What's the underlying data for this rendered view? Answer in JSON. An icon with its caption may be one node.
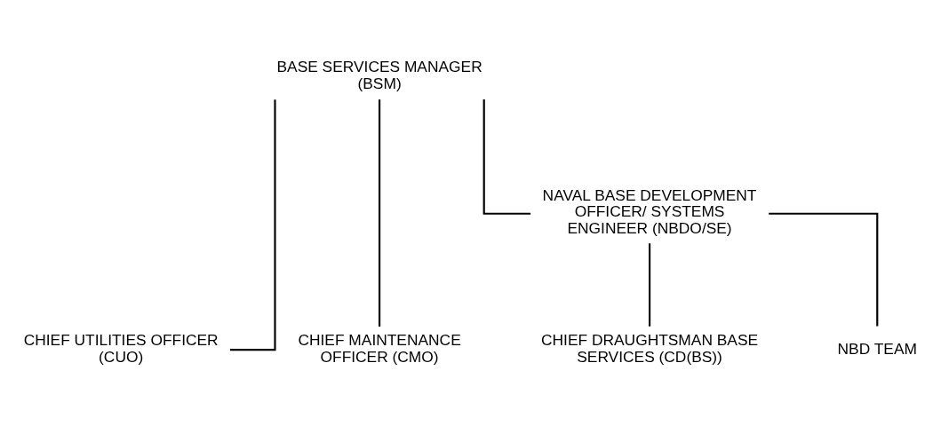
{
  "diagram": {
    "nodes": [
      {
        "text": [
          "BASE SERVICES MANAGER (BSM)"
        ]
      },
      {
        "text": [
          "CHIEF UTILITIES OFFICER (CUO)"
        ]
      },
      {
        "text": [
          "CHIEF MAINTENANCE OFFICER (CMO)"
        ]
      },
      {
        "text": [
          "NAVAL BASE DEVELOPMENT OFFICER/ SYSTEMS ENGINEER (NBDO/SE)"
        ]
      },
      {
        "text": [
          "CHIEF DRAUGHTSMAN BASE SERVICES (CD(BS))"
        ]
      },
      {
        "text": [
          "NBD TEAM"
        ]
      }
    ],
    "edges": [
      {
        "from": 0,
        "to": 1,
        "arrow": "none"
      },
      {
        "from": 0,
        "to": 2,
        "arrow": "none"
      },
      {
        "from": 0,
        "to": 3,
        "arrow": "none"
      },
      {
        "from": 3,
        "to": 4,
        "arrow": "none"
      },
      {
        "from": 3,
        "to": 5,
        "arrow": "none"
      }
    ]
  }
}
